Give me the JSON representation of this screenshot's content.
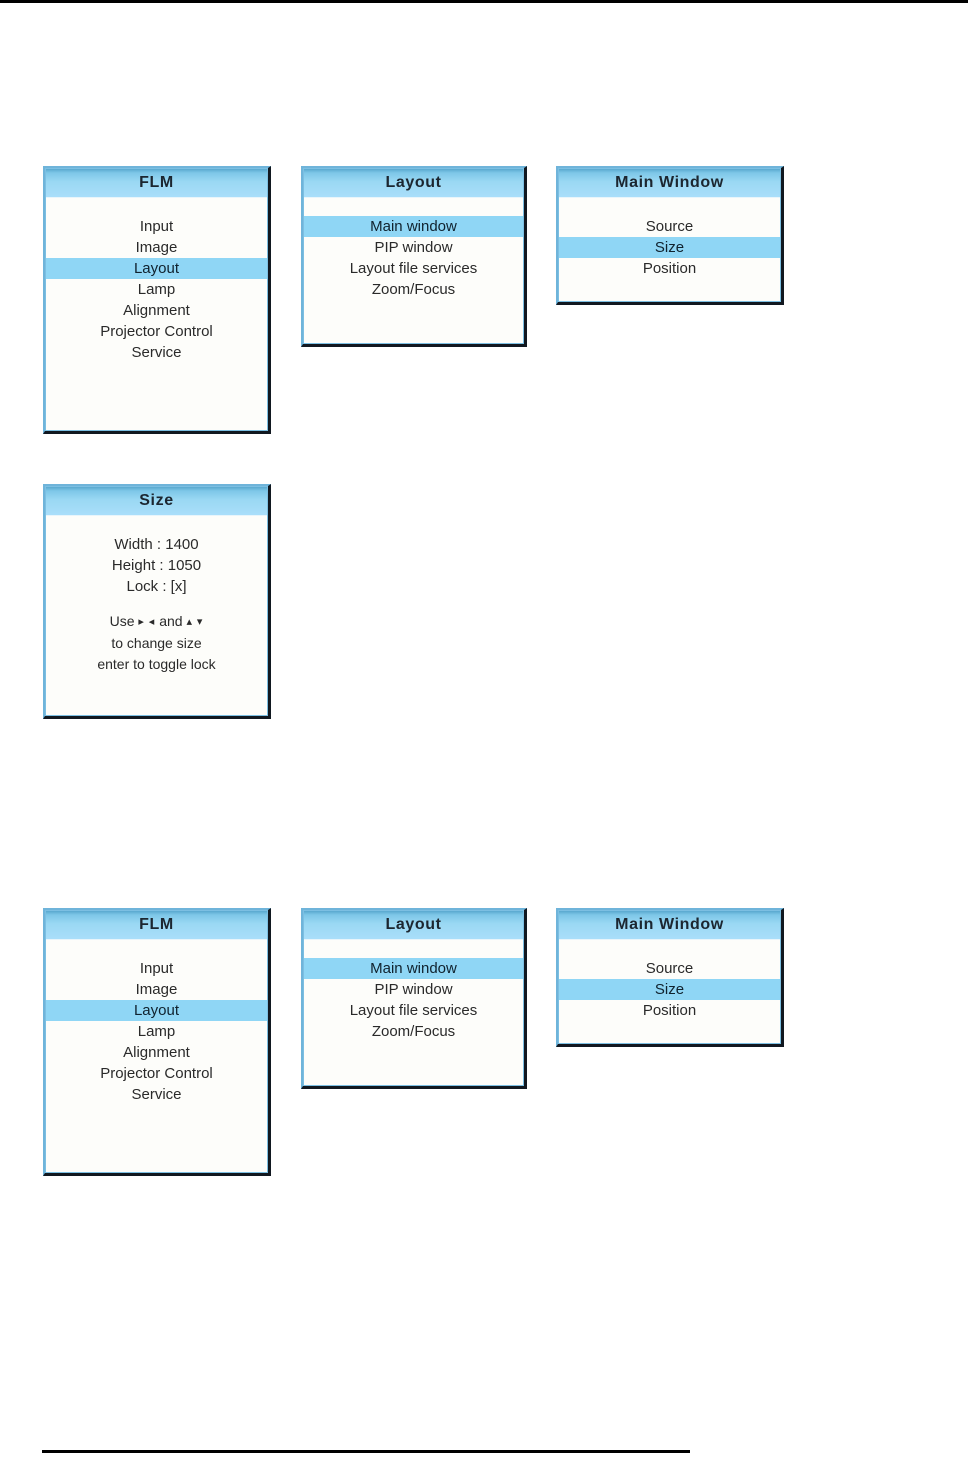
{
  "page": {
    "background": "#ffffff",
    "top_rule_color": "#000000",
    "footnote_rule_color": "#000000"
  },
  "theme": {
    "title_bar_color": "#9ad8f3",
    "selection_color": "#8fd6f5",
    "panel_background": "#fdfdfa",
    "panel_border_light": "#6fb4da",
    "panel_border_dark": "#111820",
    "text_color": "#2a2a2a",
    "title_text_color": "#1c2630"
  },
  "panels": {
    "flm_top": {
      "title": "FLM",
      "items": [
        {
          "label": "Input",
          "selected": false
        },
        {
          "label": "Image",
          "selected": false
        },
        {
          "label": "Layout",
          "selected": true
        },
        {
          "label": "Lamp",
          "selected": false
        },
        {
          "label": "Alignment",
          "selected": false
        },
        {
          "label": "Projector Control",
          "selected": false
        },
        {
          "label": "Service",
          "selected": false
        }
      ]
    },
    "layout_top": {
      "title": "Layout",
      "items": [
        {
          "label": "Main window",
          "selected": true
        },
        {
          "label": "PIP window",
          "selected": false
        },
        {
          "label": "Layout file services",
          "selected": false
        },
        {
          "label": "Zoom/Focus",
          "selected": false
        }
      ]
    },
    "main_window_top": {
      "title": "Main Window",
      "items": [
        {
          "label": "Source",
          "selected": false
        },
        {
          "label": "Size",
          "selected": true
        },
        {
          "label": "Position",
          "selected": false
        }
      ]
    },
    "size": {
      "title": "Size",
      "fields": [
        {
          "label": "Width : 1400"
        },
        {
          "label": "Height : 1050"
        },
        {
          "label": "Lock : [x]"
        }
      ],
      "hint": {
        "line1_prefix": "Use",
        "arrow_right": "▸",
        "arrow_left": "◂",
        "line1_middle": "and",
        "arrow_up": "▴",
        "arrow_down": "▾",
        "line2": "to change size",
        "line3": "enter to toggle lock"
      }
    },
    "flm_bottom": {
      "title": "FLM",
      "items": [
        {
          "label": "Input",
          "selected": false
        },
        {
          "label": "Image",
          "selected": false
        },
        {
          "label": "Layout",
          "selected": true
        },
        {
          "label": "Lamp",
          "selected": false
        },
        {
          "label": "Alignment",
          "selected": false
        },
        {
          "label": "Projector Control",
          "selected": false
        },
        {
          "label": "Service",
          "selected": false
        }
      ]
    },
    "layout_bottom": {
      "title": "Layout",
      "items": [
        {
          "label": "Main window",
          "selected": true
        },
        {
          "label": "PIP window",
          "selected": false
        },
        {
          "label": "Layout file services",
          "selected": false
        },
        {
          "label": "Zoom/Focus",
          "selected": false
        }
      ]
    },
    "main_window_bottom": {
      "title": "Main Window",
      "items": [
        {
          "label": "Source",
          "selected": false
        },
        {
          "label": "Size",
          "selected": true
        },
        {
          "label": "Position",
          "selected": false
        }
      ]
    }
  }
}
